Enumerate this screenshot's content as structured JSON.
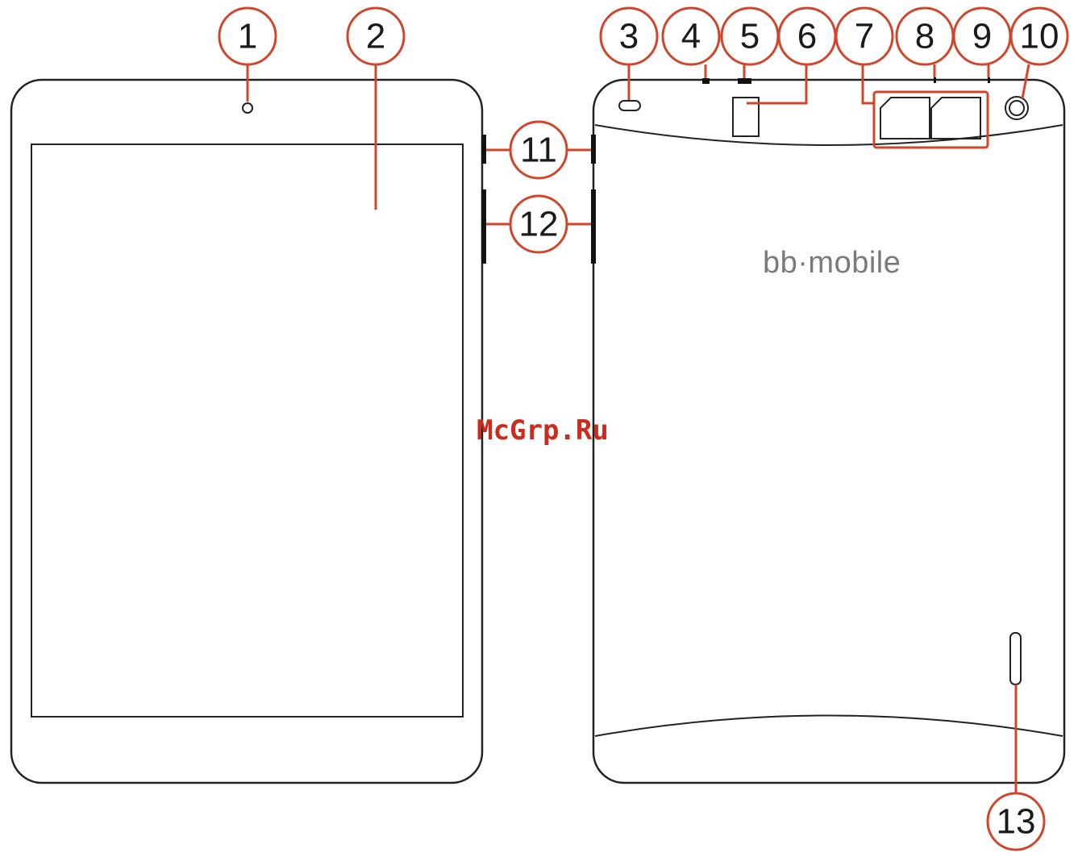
{
  "brand_logo": "bb·mobile",
  "watermark": "McGrp.Ru",
  "callouts": [
    "1",
    "2",
    "3",
    "4",
    "5",
    "6",
    "7",
    "8",
    "9",
    "10",
    "11",
    "12",
    "13"
  ],
  "colors": {
    "accent": "#d2452a",
    "outline": "#222222",
    "brand_gray": "#7a7a7a",
    "watermark_red": "#cc2b1e"
  }
}
